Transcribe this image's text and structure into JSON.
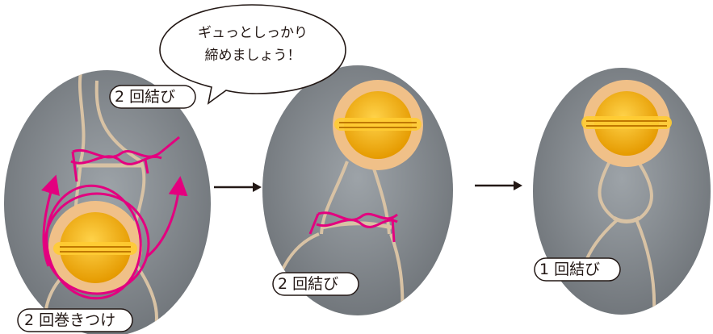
{
  "speech_bubble": {
    "line1": "ギュっとしっかり",
    "line2": "締めましょう！"
  },
  "labels": {
    "step1_knot": "2 回結び",
    "step1_wrap": "2 回巻きつけ",
    "step2_knot": "2 回結び",
    "step3_knot": "1 回結び"
  },
  "colors": {
    "background": "#ffffff",
    "photo_background": "#8a8f94",
    "thread": "#d8c2a4",
    "button_yellow": "#f2b000",
    "pompom": "#f0c088",
    "annotation_magenta": "#e3007f",
    "text": "#231815"
  },
  "icons": {
    "flow_arrow": "arrow-right-icon"
  }
}
